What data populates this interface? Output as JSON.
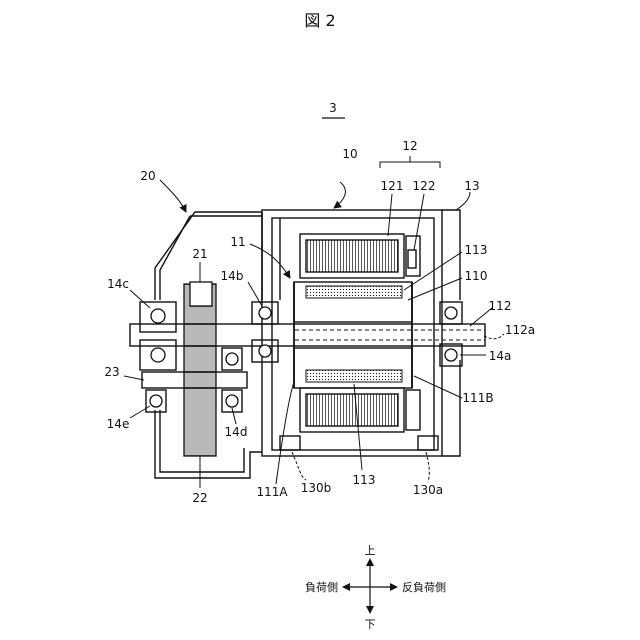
{
  "figure": {
    "title": "図 2"
  },
  "labels": {
    "assembly": "3",
    "motor": "10",
    "stator": "12",
    "stator_core": "121",
    "coil": "122",
    "frame": "13",
    "rotor": "11",
    "gear_case": "20",
    "pinion": "21",
    "gear": "22",
    "countershaft": "23",
    "bearing_a": "14a",
    "bearing_b": "14b",
    "bearing_c": "14c",
    "bearing_d": "14d",
    "bearing_e": "14e",
    "rotor_core": "110",
    "magnet_upper": "113",
    "magnet_lower": "113",
    "shaft": "112",
    "shaft_hole": "112a",
    "end_plate_a": "111A",
    "end_plate_b": "111B",
    "vent_a": "130a",
    "vent_b": "130b"
  },
  "directions": {
    "up": "上",
    "down": "下",
    "load_side": "負荷側",
    "anti_load_side": "反負荷側"
  }
}
